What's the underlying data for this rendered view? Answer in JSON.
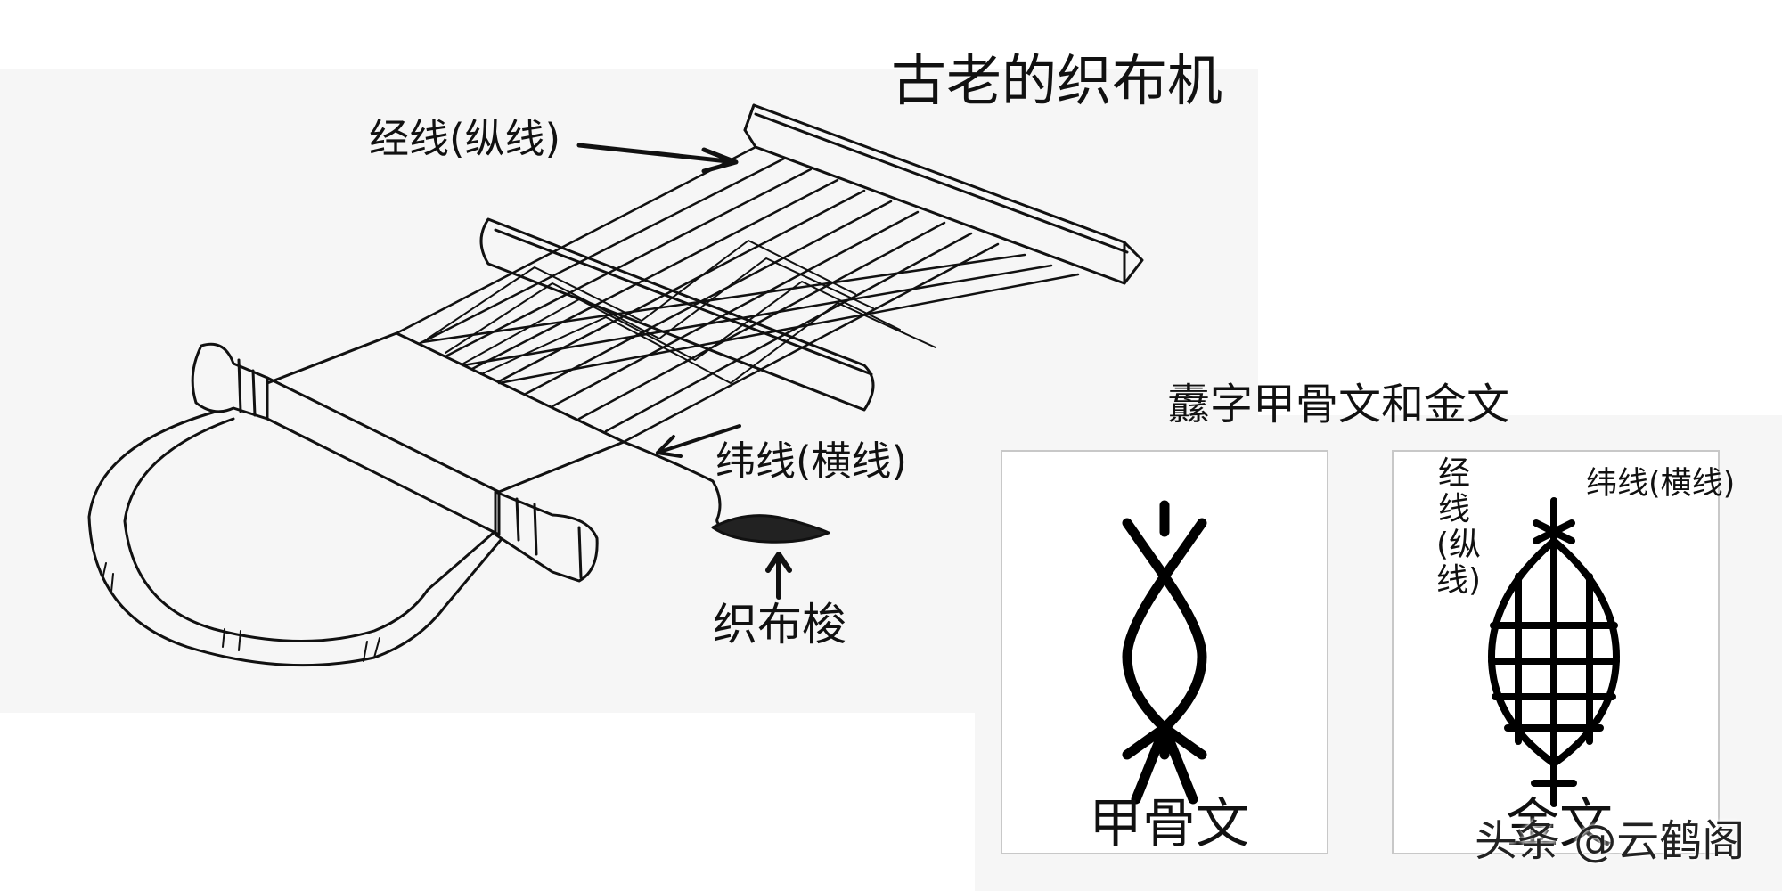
{
  "title": "古老的织布机",
  "loom_labels": {
    "warp": "经线(纵线)",
    "weft": "纬线(横线)",
    "shuttle": "织布梭"
  },
  "character_section": {
    "title": "纛字甲骨文和金文",
    "oracle_caption": "甲骨文",
    "bronze_caption": "金文",
    "bronze_warp_label": "经线(纵线)",
    "bronze_weft_label": "纬线(横线)"
  },
  "watermark": "头条 @云鹤阁",
  "colors": {
    "ink": "#111111",
    "panel_background": "#f6f6f6",
    "box_border": "#c8c8c8"
  }
}
